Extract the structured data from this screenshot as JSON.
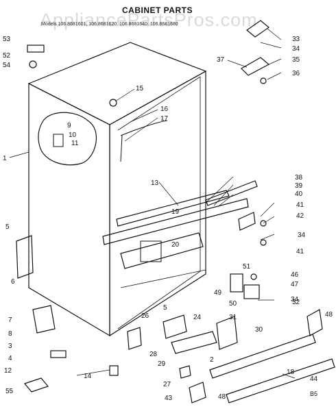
{
  "title": "CABINET PARTS",
  "models_line": "Models 106.8681601, 106.8681620, 106.8681640, 106.8681680",
  "watermark": "AppliancePartsPros.com",
  "corner_code": "B5",
  "callouts": [
    "1",
    "2",
    "3",
    "4",
    "5",
    "5",
    "6",
    "7",
    "8",
    "9",
    "10",
    "11",
    "12",
    "13",
    "14",
    "15",
    "16",
    "17",
    "18",
    "19",
    "20",
    "24",
    "26",
    "27",
    "28",
    "29",
    "30",
    "31",
    "32",
    "33",
    "34",
    "34",
    "34",
    "35",
    "36",
    "37",
    "38",
    "39",
    "40",
    "41",
    "41",
    "42",
    "43",
    "44",
    "46",
    "47",
    "48",
    "48",
    "49",
    "50",
    "51",
    "52",
    "53",
    "54",
    "55"
  ]
}
